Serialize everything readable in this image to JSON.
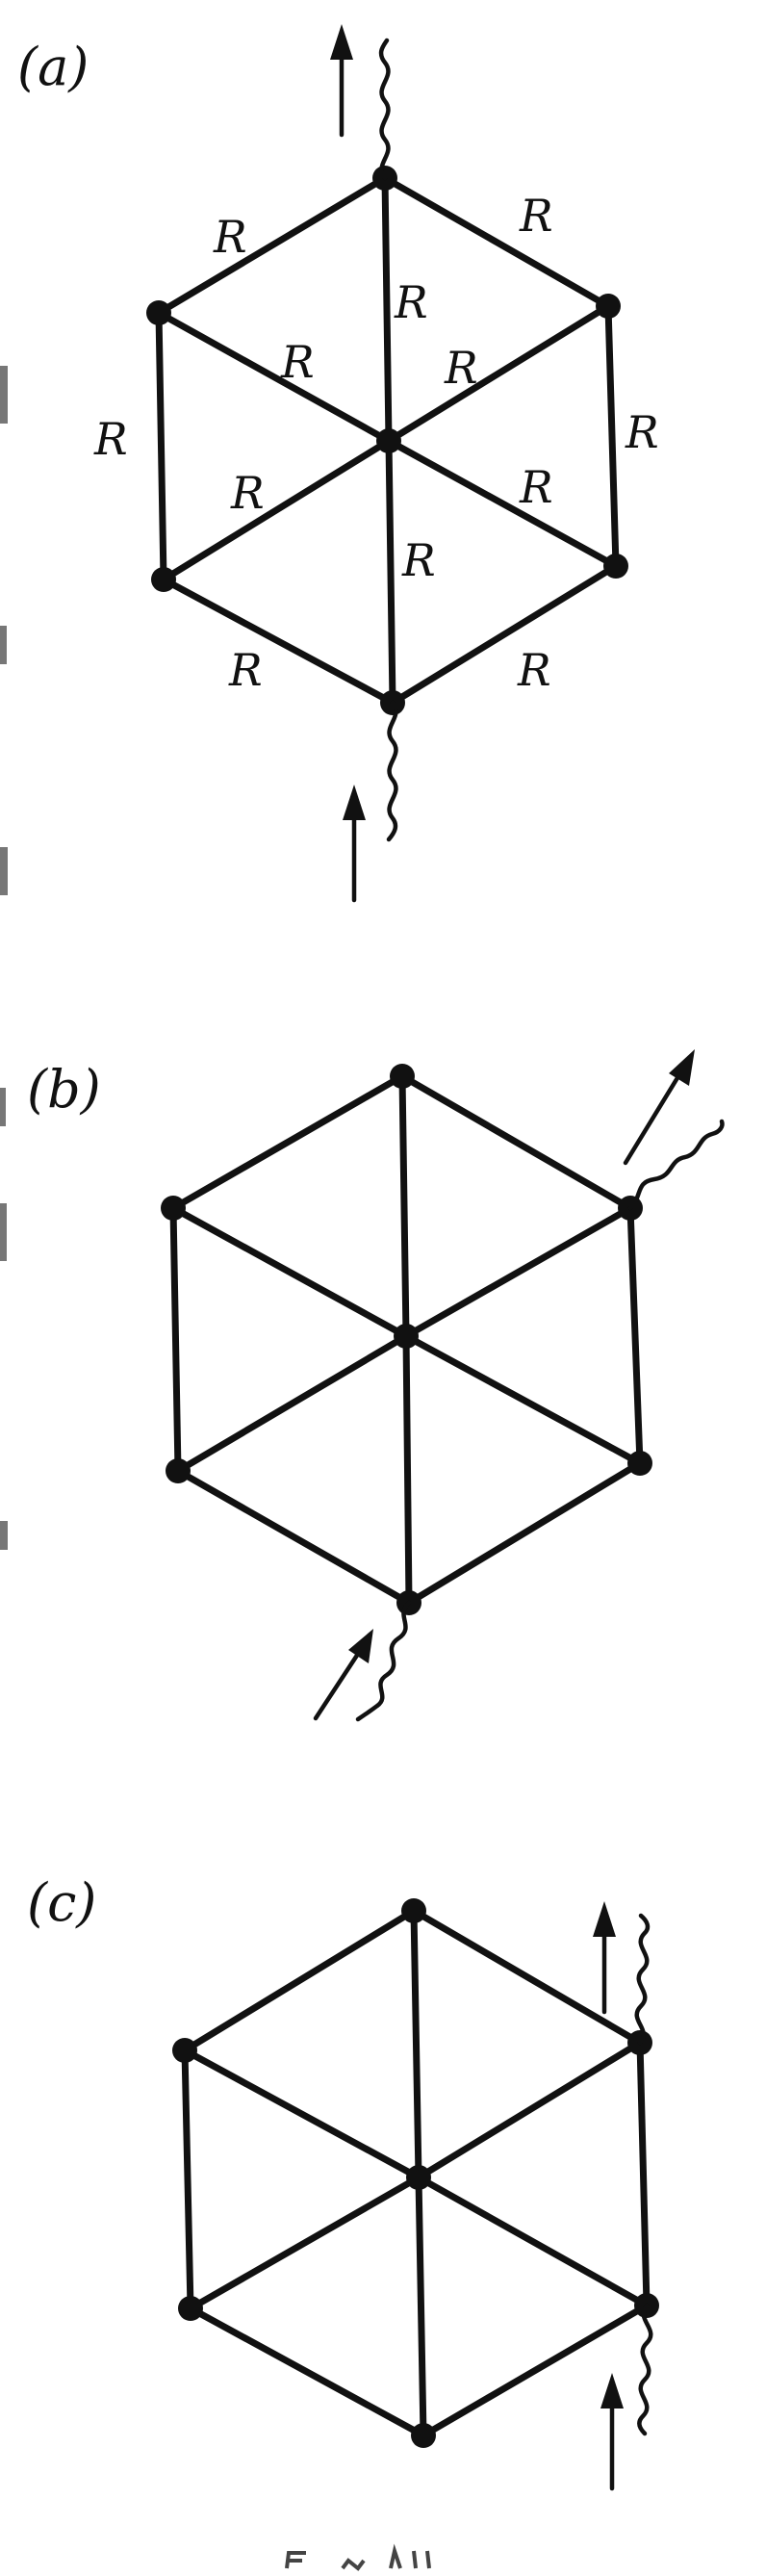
{
  "panels": [
    {
      "label": "(a)",
      "edge_labels": [
        "R",
        "R",
        "R",
        "R",
        "R",
        "R",
        "R",
        "R",
        "R",
        "R",
        "R",
        "R"
      ],
      "current_terminals": "top and bottom vertices"
    },
    {
      "label": "(b)",
      "edge_labels": [],
      "current_terminals": "upper-right and bottom vertices"
    },
    {
      "label": "(c)",
      "edge_labels": [],
      "current_terminals": "upper-right and lower-right vertices"
    }
  ],
  "colors": {
    "ink": "#111111",
    "background": "#ffffff"
  }
}
